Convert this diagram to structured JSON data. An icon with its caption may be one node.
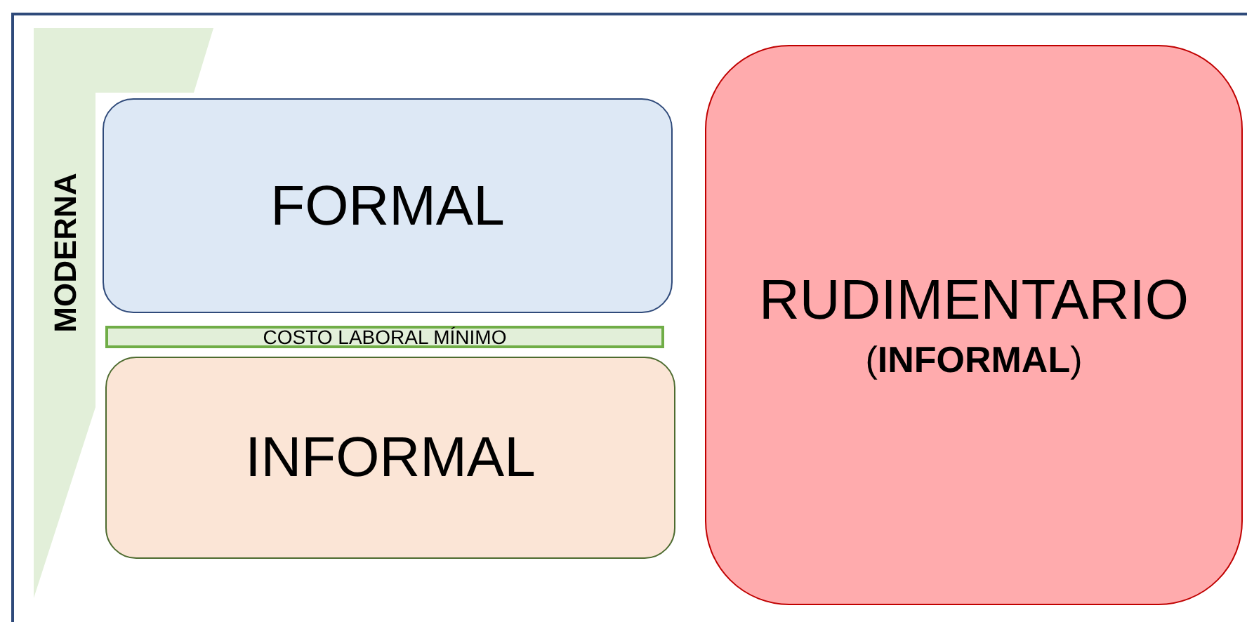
{
  "diagram": {
    "nodes": [
      {
        "text": [
          "MODERNA"
        ]
      },
      {
        "text": [
          "FORMAL"
        ]
      },
      {
        "text": [
          "COSTO LABORAL MÍNIMO"
        ]
      },
      {
        "text": [
          "INFORMAL"
        ]
      },
      {
        "text": [
          "RUDIMENTARIO",
          "(**INFORMAL**)"
        ]
      }
    ]
  }
}
